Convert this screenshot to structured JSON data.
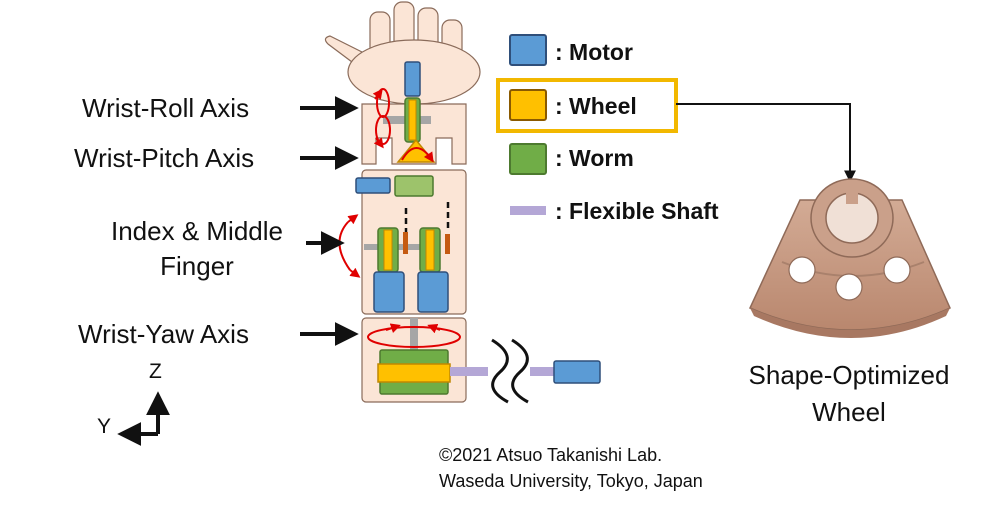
{
  "labels": {
    "wrist_roll": "Wrist-Roll Axis",
    "wrist_pitch": "Wrist-Pitch Axis",
    "finger_line1": "Index & Middle",
    "finger_line2": "Finger",
    "wrist_yaw": "Wrist-Yaw Axis"
  },
  "legend": {
    "motor": ": Motor",
    "wheel": ": Wheel",
    "worm": ": Worm",
    "shaft": ": Flexible Shaft"
  },
  "wheel_caption": {
    "line1": "Shape-Optimized",
    "line2": "Wheel"
  },
  "axes": {
    "z": "Z",
    "y": "Y"
  },
  "credit": {
    "line1": "©2021 Atsuo Takanishi Lab.",
    "line2": "Waseda University, Tokyo, Japan"
  },
  "colors": {
    "motor": "#5b9bd5",
    "wheel": "#ffc000",
    "worm": "#70ad47",
    "shaft": "#b4a7d6",
    "hand": "#fbe5d6",
    "highlight": "#f2b800",
    "rotation": "#e00000",
    "wheel_part": "#c49a83"
  }
}
